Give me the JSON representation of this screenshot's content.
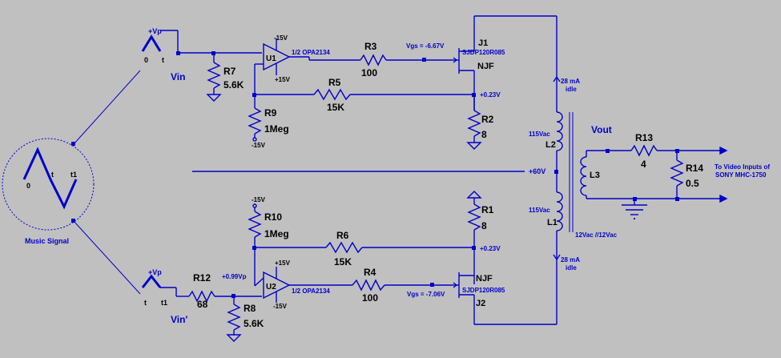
{
  "sources": {
    "music": {
      "label": "Music Signal",
      "t0": "0",
      "t": "t",
      "t1": "t1"
    },
    "vin_top": {
      "name": "Vin",
      "vp": "+Vp",
      "t0": "0",
      "t": "t"
    },
    "vin_bot": {
      "name": "Vin'",
      "vp": "+Vp",
      "t": "t",
      "t1": "t1"
    }
  },
  "top": {
    "opamp": {
      "name": "U1",
      "part": "1/2 OPA2134",
      "neg_supply": "-15V",
      "pos_supply": "+15V"
    },
    "R7": {
      "name": "R7",
      "value": "5.6K"
    },
    "R3": {
      "name": "R3",
      "value": "100"
    },
    "R5": {
      "name": "R5",
      "value": "15K"
    },
    "R9": {
      "name": "R9",
      "value": "1Meg",
      "supply": "-15V"
    },
    "R2": {
      "name": "R2",
      "value": "8"
    },
    "jfet": {
      "name": "J1",
      "part": "SJDP120R085",
      "type": "NJF",
      "vgs": "Vgs = -6.67V"
    },
    "node_v": "+0.23V"
  },
  "bottom": {
    "opamp": {
      "name": "U2",
      "part": "1/2 OPA2134",
      "neg_supply": "-15V",
      "pos_supply": "+15V"
    },
    "R12": {
      "name": "R12",
      "value": "68"
    },
    "R8": {
      "name": "R8",
      "value": "5.6K"
    },
    "R4": {
      "name": "R4",
      "value": "100"
    },
    "R6": {
      "name": "R6",
      "value": "15K"
    },
    "R10": {
      "name": "R10",
      "value": "1Meg",
      "supply": "-15V"
    },
    "R1": {
      "name": "R1",
      "value": "8"
    },
    "jfet": {
      "name": "J2",
      "part": "SJDP120R085",
      "type": "NJF",
      "vgs": "Vgs = -7.06V"
    },
    "node_v": "+0.23V",
    "input_v": "+0.99Vp"
  },
  "transformer": {
    "L2": {
      "name": "L2",
      "vac": "115Vac"
    },
    "L1": {
      "name": "L1",
      "vac": "115Vac"
    },
    "L3": {
      "name": "L3"
    },
    "ct_voltage": "+60V",
    "idle_top": "28 mA",
    "idle_bot": "28 mA",
    "idle_word": "idle",
    "rating": "12Vac //12Vac"
  },
  "output": {
    "vout": "Vout",
    "R13": {
      "name": "R13",
      "value": "4"
    },
    "R14": {
      "name": "R14",
      "value": "0.5"
    },
    "to_label_1": "To Video Inputs of",
    "to_label_2": "SONY MHC-1750"
  },
  "colors": {
    "wire": "#0000cc",
    "background": "#c0c0c0",
    "text": "#000000"
  }
}
